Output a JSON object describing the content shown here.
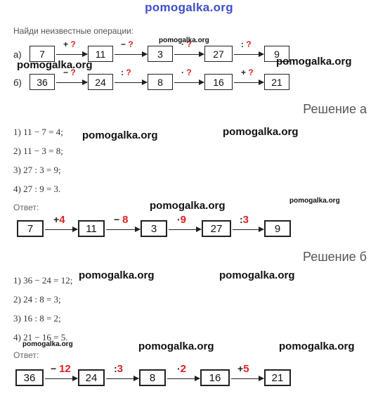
{
  "site_title": "pomogalka.org",
  "task": "Найди неизвестные операции:",
  "problem": {
    "a": {
      "label": "а)",
      "values": [
        "7",
        "11",
        "3",
        "27",
        "9"
      ],
      "ops": [
        {
          "sign": "+",
          "q": "?"
        },
        {
          "sign": "−",
          "q": "?"
        },
        {
          "sign": "·",
          "q": "?"
        },
        {
          "sign": ":",
          "q": "?"
        }
      ]
    },
    "b": {
      "label": "б)",
      "values": [
        "36",
        "24",
        "8",
        "16",
        "21"
      ],
      "ops": [
        {
          "sign": "−",
          "q": "?"
        },
        {
          "sign": ":",
          "q": "?"
        },
        {
          "sign": "·",
          "q": "?"
        },
        {
          "sign": "+",
          "q": "?"
        }
      ]
    }
  },
  "solution_a": {
    "heading": "Решение а",
    "lines": [
      "1) 11 − 7 = 4;",
      "2) 11 − 3 = 8;",
      "3) 27 : 3 = 9;",
      "4) 27 : 9 = 3."
    ],
    "answer_label": "Ответ:",
    "values": [
      "7",
      "11",
      "3",
      "27",
      "9"
    ],
    "ops": [
      {
        "sign": "+",
        "v": "4"
      },
      {
        "sign": "−",
        "v": "8"
      },
      {
        "sign": "·",
        "v": "9"
      },
      {
        "sign": ":",
        "v": "3"
      }
    ]
  },
  "solution_b": {
    "heading": "Решение б",
    "lines": [
      "1) 36 − 24 = 12;",
      "2) 24 : 8 = 3;",
      "3) 16 : 8 = 2;",
      "4) 21 − 16 = 5."
    ],
    "answer_label": "Ответ:",
    "values": [
      "36",
      "24",
      "8",
      "16",
      "21"
    ],
    "ops": [
      {
        "sign": "−",
        "v": "12"
      },
      {
        "sign": ":",
        "v": "3"
      },
      {
        "sign": "·",
        "v": "2"
      },
      {
        "sign": "+",
        "v": "5"
      }
    ]
  },
  "watermark": "pomogalka.org"
}
